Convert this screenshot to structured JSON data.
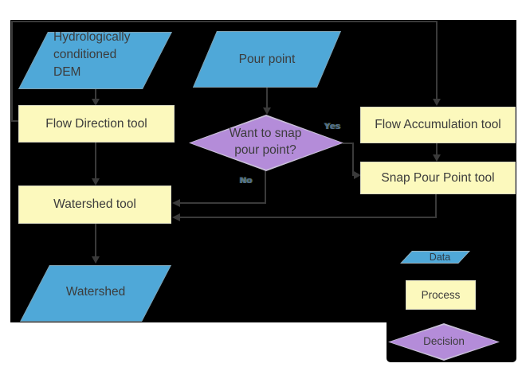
{
  "nodes": {
    "dem": {
      "label": "Hydrologically conditioned DEM",
      "type": "data"
    },
    "pour_point": {
      "label": "Pour point",
      "type": "data"
    },
    "flow_direction": {
      "label": "Flow Direction tool",
      "type": "process"
    },
    "flow_accumulation": {
      "label": "Flow Accumulation tool",
      "type": "process"
    },
    "snap_pour_point": {
      "label": "Snap Pour Point tool",
      "type": "process"
    },
    "decision": {
      "label": "Want to snap pour point?",
      "type": "decision"
    },
    "watershed_tool": {
      "label": "Watershed tool",
      "type": "process"
    },
    "watershed": {
      "label": "Watershed",
      "type": "data"
    }
  },
  "edge_labels": {
    "yes": "Yes",
    "no": "No"
  },
  "legend": {
    "data": {
      "label": "Data"
    },
    "process": {
      "label": "Process"
    },
    "decision": {
      "label": "Decision"
    }
  },
  "colors": {
    "canvas_bg": "#000000",
    "data_fill": "#4fa8d8",
    "process_fill": "#fcf9bd",
    "decision_fill": "#b48cd9",
    "connector": "#3a3a3a",
    "shape_text": "#3c3c3c"
  }
}
